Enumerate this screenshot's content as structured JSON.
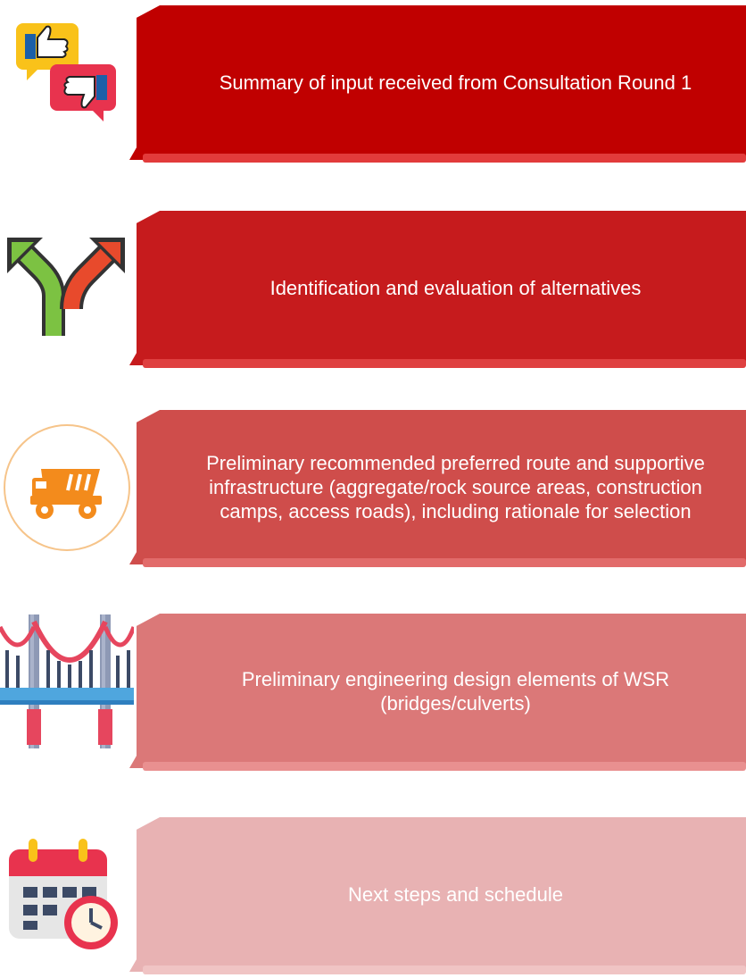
{
  "steps": [
    {
      "label": "Summary of input received from Consultation Round 1",
      "icon": "feedback-thumbs-icon",
      "color": "#c00000",
      "shadow": "#e23b3b"
    },
    {
      "label": "Identification and evaluation of alternatives",
      "icon": "split-arrows-icon",
      "color": "#c61b1d",
      "shadow": "#df4040"
    },
    {
      "label": "Preliminary recommended preferred route and supportive infrastructure (aggregate/rock source areas, construction camps, access roads), including rationale for selection",
      "icon": "dump-truck-icon",
      "color": "#cf4d4b",
      "shadow": "#e26b6a"
    },
    {
      "label": "Preliminary engineering design elements of WSR (bridges/culverts)",
      "icon": "bridge-icon",
      "color": "#db7878",
      "shadow": "#e99090"
    },
    {
      "label": "Next steps and schedule",
      "icon": "calendar-clock-icon",
      "color": "#e8b2b3",
      "shadow": "#f0c4c4"
    }
  ]
}
